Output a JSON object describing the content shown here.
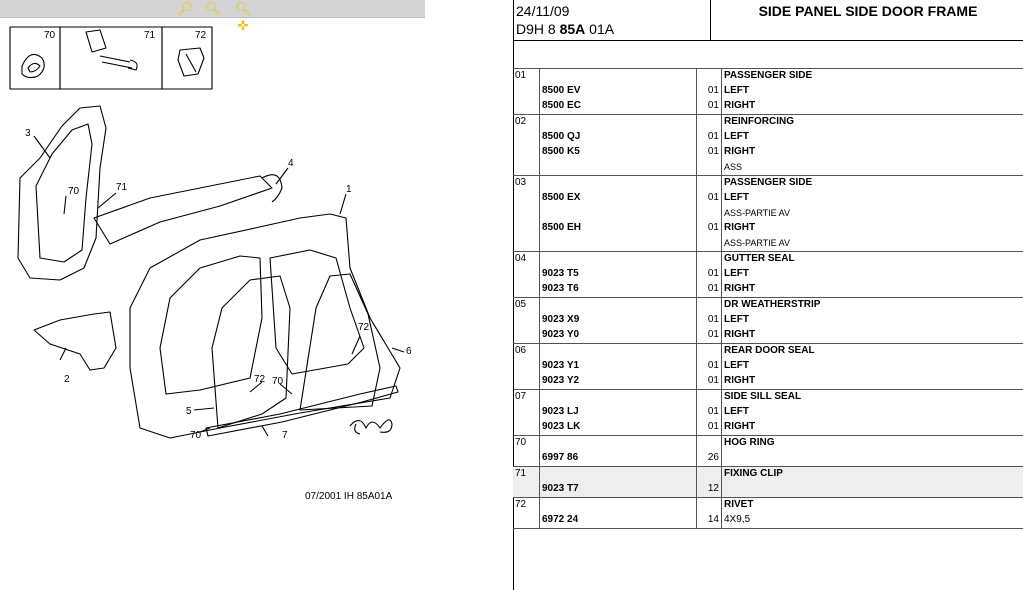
{
  "toolbar": {
    "zoom_in_icon": "zoom-in-icon",
    "zoom_out_icon": "zoom-out-icon",
    "pan_icon": "pan-zoom-icon"
  },
  "callouts": {
    "c70": "70",
    "c71": "71",
    "c72": "72"
  },
  "diagram_labels": [
    "1",
    "2",
    "3",
    "4",
    "5",
    "6",
    "7",
    "70",
    "71",
    "72",
    "72",
    "70",
    "70"
  ],
  "figure_ref": "07/2001   IH 85A01A",
  "header": {
    "date": "24/11/09",
    "code_prefix": "D9H 8 ",
    "code_bold": "85A",
    "code_suffix": " 01A",
    "title": "SIDE PANEL SIDE DOOR FRAME"
  },
  "rows": [
    {
      "g": "01",
      "ref": "",
      "qty": "",
      "desc": "PASSENGER SIDE",
      "bold": true,
      "start": true
    },
    {
      "g": "",
      "ref": "8500 EV",
      "qty": "01",
      "desc": "LEFT",
      "bold": true
    },
    {
      "g": "",
      "ref": "8500 EC",
      "qty": "01",
      "desc": "RIGHT",
      "bold": true
    },
    {
      "g": "02",
      "ref": "",
      "qty": "",
      "desc": "REINFORCING",
      "bold": true,
      "start": true
    },
    {
      "g": "",
      "ref": "8500 QJ",
      "qty": "01",
      "desc": "LEFT",
      "bold": true
    },
    {
      "g": "",
      "ref": "8500 K5",
      "qty": "01",
      "desc": "RIGHT",
      "bold": true
    },
    {
      "g": "",
      "ref": "",
      "qty": "",
      "desc": "ASS",
      "bold": false,
      "sub": true
    },
    {
      "g": "03",
      "ref": "",
      "qty": "",
      "desc": "PASSENGER SIDE",
      "bold": true,
      "start": true
    },
    {
      "g": "",
      "ref": "8500 EX",
      "qty": "01",
      "desc": "LEFT",
      "bold": true
    },
    {
      "g": "",
      "ref": "",
      "qty": "",
      "desc": "ASS-PARTIE AV",
      "bold": false,
      "sub": true
    },
    {
      "g": "",
      "ref": "8500 EH",
      "qty": "01",
      "desc": "RIGHT",
      "bold": true
    },
    {
      "g": "",
      "ref": "",
      "qty": "",
      "desc": "ASS-PARTIE AV",
      "bold": false,
      "sub": true
    },
    {
      "g": "04",
      "ref": "",
      "qty": "",
      "desc": "GUTTER SEAL",
      "bold": true,
      "start": true
    },
    {
      "g": "",
      "ref": "9023 T5",
      "qty": "01",
      "desc": "LEFT",
      "bold": true
    },
    {
      "g": "",
      "ref": "9023 T6",
      "qty": "01",
      "desc": "RIGHT",
      "bold": true
    },
    {
      "g": "05",
      "ref": "",
      "qty": "",
      "desc": "DR WEATHERSTRIP",
      "bold": true,
      "start": true
    },
    {
      "g": "",
      "ref": "9023 X9",
      "qty": "01",
      "desc": "LEFT",
      "bold": true
    },
    {
      "g": "",
      "ref": "9023 Y0",
      "qty": "01",
      "desc": "RIGHT",
      "bold": true
    },
    {
      "g": "06",
      "ref": "",
      "qty": "",
      "desc": "REAR DOOR SEAL",
      "bold": true,
      "start": true
    },
    {
      "g": "",
      "ref": "9023 Y1",
      "qty": "01",
      "desc": "LEFT",
      "bold": true
    },
    {
      "g": "",
      "ref": "9023 Y2",
      "qty": "01",
      "desc": "RIGHT",
      "bold": true
    },
    {
      "g": "07",
      "ref": "",
      "qty": "",
      "desc": "SIDE SILL SEAL",
      "bold": true,
      "start": true
    },
    {
      "g": "",
      "ref": "9023 LJ",
      "qty": "01",
      "desc": "LEFT",
      "bold": true
    },
    {
      "g": "",
      "ref": "9023 LK",
      "qty": "01",
      "desc": "RIGHT",
      "bold": true
    },
    {
      "g": "70",
      "ref": "",
      "qty": "",
      "desc": "HOG RING",
      "bold": true,
      "start": true
    },
    {
      "g": "",
      "ref": "6997 86",
      "qty": "26",
      "desc": "",
      "bold": true
    },
    {
      "g": "71",
      "ref": "",
      "qty": "",
      "desc": "FIXING CLIP",
      "bold": true,
      "start": true,
      "hl": true
    },
    {
      "g": "",
      "ref": "9023 T7",
      "qty": "12",
      "desc": "",
      "bold": true,
      "hl": true
    },
    {
      "g": "72",
      "ref": "",
      "qty": "",
      "desc": "RIVET",
      "bold": true,
      "start": true
    },
    {
      "g": "",
      "ref": "6972 24",
      "qty": "14",
      "desc": "4X9,5",
      "bold": false,
      "last": true
    }
  ]
}
